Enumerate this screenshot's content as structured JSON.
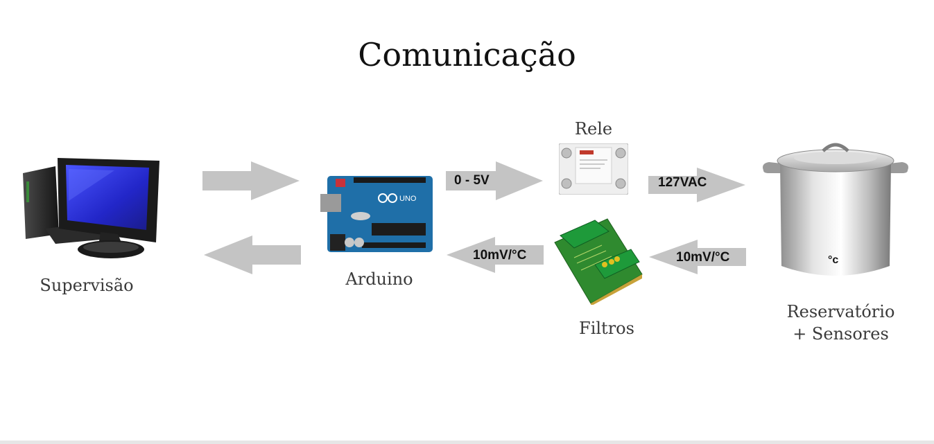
{
  "title": "Comunicação",
  "nodes": {
    "supervisao": "Supervisão",
    "arduino": "Arduino",
    "rele": "Rele",
    "filtros": "Filtros",
    "reservatorio_line1": "Reservatório",
    "reservatorio_line2": "+ Sensores"
  },
  "arrows": {
    "arduino_to_rele": "0 - 5V",
    "rele_to_reservatorio": "127VAC",
    "filtros_to_arduino": "10mV/°C",
    "reservatorio_to_filtros": "10mV/°C"
  },
  "pot_unit": "°c",
  "arduino_board_text": "UNO",
  "colors": {
    "arrow": "#c4c4c4",
    "arduino_board": "#1f6fa8",
    "filter_pcb": "#2f8a2f",
    "terminal_green": "#1e9a3a",
    "monitor_screen": "#2c2fd6"
  }
}
